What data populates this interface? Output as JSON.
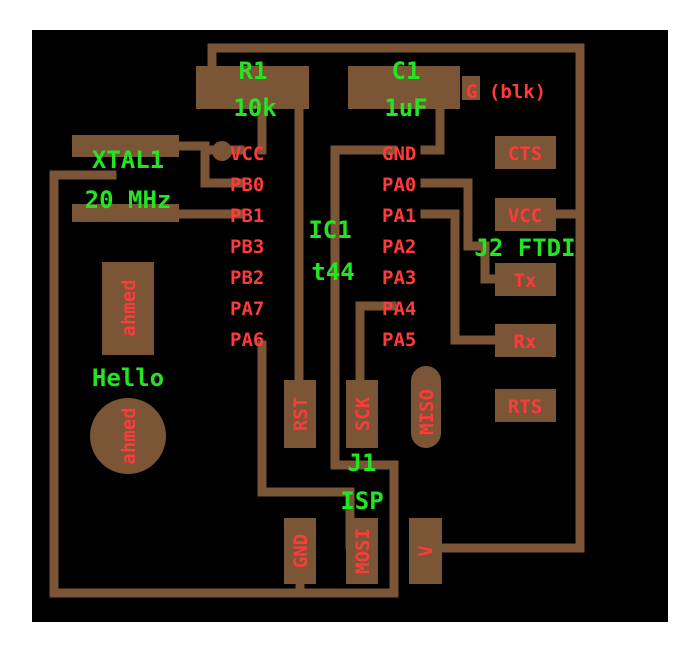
{
  "colors": {
    "board": "#000000",
    "copper": "#7a5536",
    "pin_text": "#ff3a3a",
    "component_text": "#22e622"
  },
  "components": {
    "r1_name": "R1",
    "r1_value": "10k",
    "c1_name": "C1",
    "c1_value": "1uF",
    "xtal_name": "XTAL1",
    "xtal_value": "20 MHz",
    "ic_name": "IC1",
    "ic_value": "t44",
    "j2_name": "J2 FTDI",
    "j1_name": "J1",
    "j1_value": "ISP",
    "hello": "Hello"
  },
  "ic_left_pins": [
    "VCC",
    "PB0",
    "PB1",
    "PB3",
    "PB2",
    "PA7",
    "PA6"
  ],
  "ic_right_pins": [
    "GND",
    "PA0",
    "PA1",
    "PA2",
    "PA3",
    "PA4",
    "PA5"
  ],
  "ftdi_pins": [
    "CTS",
    "VCC",
    "Tx",
    "Rx",
    "RTS"
  ],
  "ftdi_gnd": "G (blk)",
  "isp_pins": {
    "rst": "RST",
    "sck": "SCK",
    "miso": "MISO",
    "gnd": "GND",
    "mosi": "MOSI",
    "vcc": "V"
  },
  "text_top": "ahmed",
  "text_bottom": "ahmed"
}
